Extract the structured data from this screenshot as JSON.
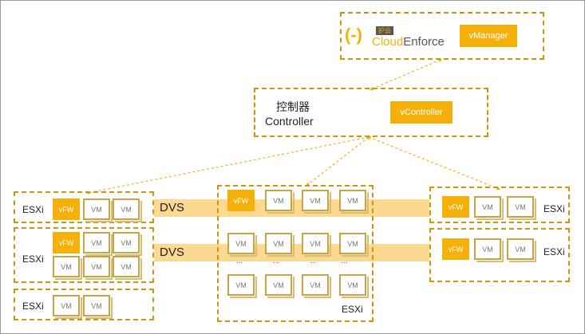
{
  "manager": {
    "logo_cn": "护云",
    "logo_word_a": "Cloud",
    "logo_word_b": "Enforce",
    "button": "vManager"
  },
  "controller": {
    "title_cn": "控制器",
    "title_en": "Controller",
    "button": "vController"
  },
  "labels": {
    "vm": "VM",
    "vfw": "vFW",
    "esxi": "ESXi",
    "dvs": "DVS",
    "dots": "..."
  },
  "colors": {
    "accent": "#f5b10a",
    "dashed_border": "#c9960f",
    "band": "#fbd27d"
  }
}
